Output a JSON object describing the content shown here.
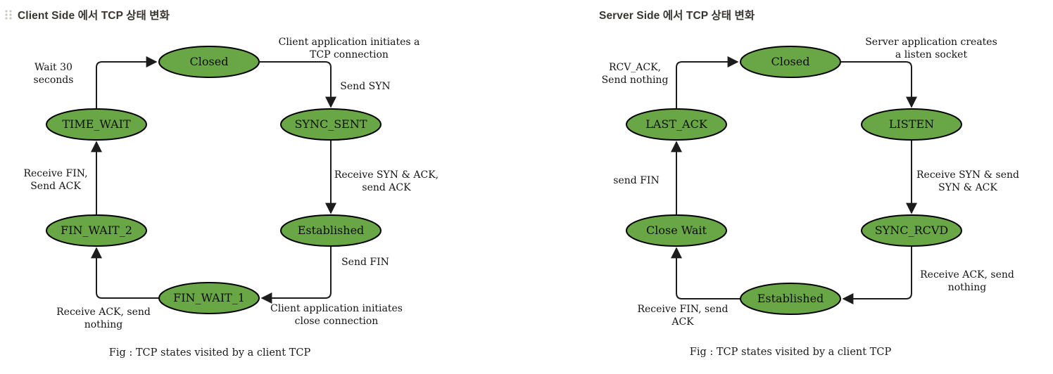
{
  "colors": {
    "state_fill": "#69a746",
    "state_stroke": "#000000",
    "edge": "#1c1c1c",
    "title_text": "#37352f",
    "drag_handle_dot": "#c9c9c6"
  },
  "left_panel": {
    "title": "Client Side 에서 TCP 상태 변화",
    "caption": "Fig : TCP states visited by a client TCP",
    "states": {
      "closed": "Closed",
      "sync_sent": "SYNC_SENT",
      "established": "Established",
      "fin_wait_1": "FIN_WAIT_1",
      "fin_wait_2": "FIN_WAIT_2",
      "time_wait": "TIME_WAIT"
    },
    "edge_labels": {
      "closed_to_syncsent_1": "Client application initiates a",
      "closed_to_syncsent_2": "TCP connection",
      "send_syn": "Send SYN",
      "syncsent_to_established_1": "Receive SYN & ACK,",
      "syncsent_to_established_2": "send ACK",
      "send_fin": "Send FIN",
      "established_to_finwait1_1": "Client application initiates",
      "established_to_finwait1_2": "close connection",
      "finwait1_to_finwait2_1": "Receive ACK, send",
      "finwait1_to_finwait2_2": "nothing",
      "finwait2_to_timewait_1": "Receive FIN,",
      "finwait2_to_timewait_2": "Send ACK",
      "timewait_to_closed_1": "Wait 30",
      "timewait_to_closed_2": "seconds"
    }
  },
  "right_panel": {
    "title": "Server Side 에서 TCP 상태 변화",
    "caption": "Fig : TCP states visited by a client TCP",
    "states": {
      "closed": "Closed",
      "listen": "LISTEN",
      "sync_rcvd": "SYNC_RCVD",
      "established": "Established",
      "close_wait": "Close Wait",
      "last_ack": "LAST_ACK"
    },
    "edge_labels": {
      "closed_to_listen_1": "Server application creates",
      "closed_to_listen_2": "a listen socket",
      "listen_to_syncrcvd_1": "Receive SYN & send",
      "listen_to_syncrcvd_2": "SYN & ACK",
      "syncrcvd_to_established_1": "Receive ACK, send",
      "syncrcvd_to_established_2": "nothing",
      "established_to_closewait_1": "Receive FIN, send",
      "established_to_closewait_2": "ACK",
      "closewait_to_lastack": "send FIN",
      "lastack_to_closed_1": "RCV_ACK,",
      "lastack_to_closed_2": "Send nothing"
    }
  }
}
